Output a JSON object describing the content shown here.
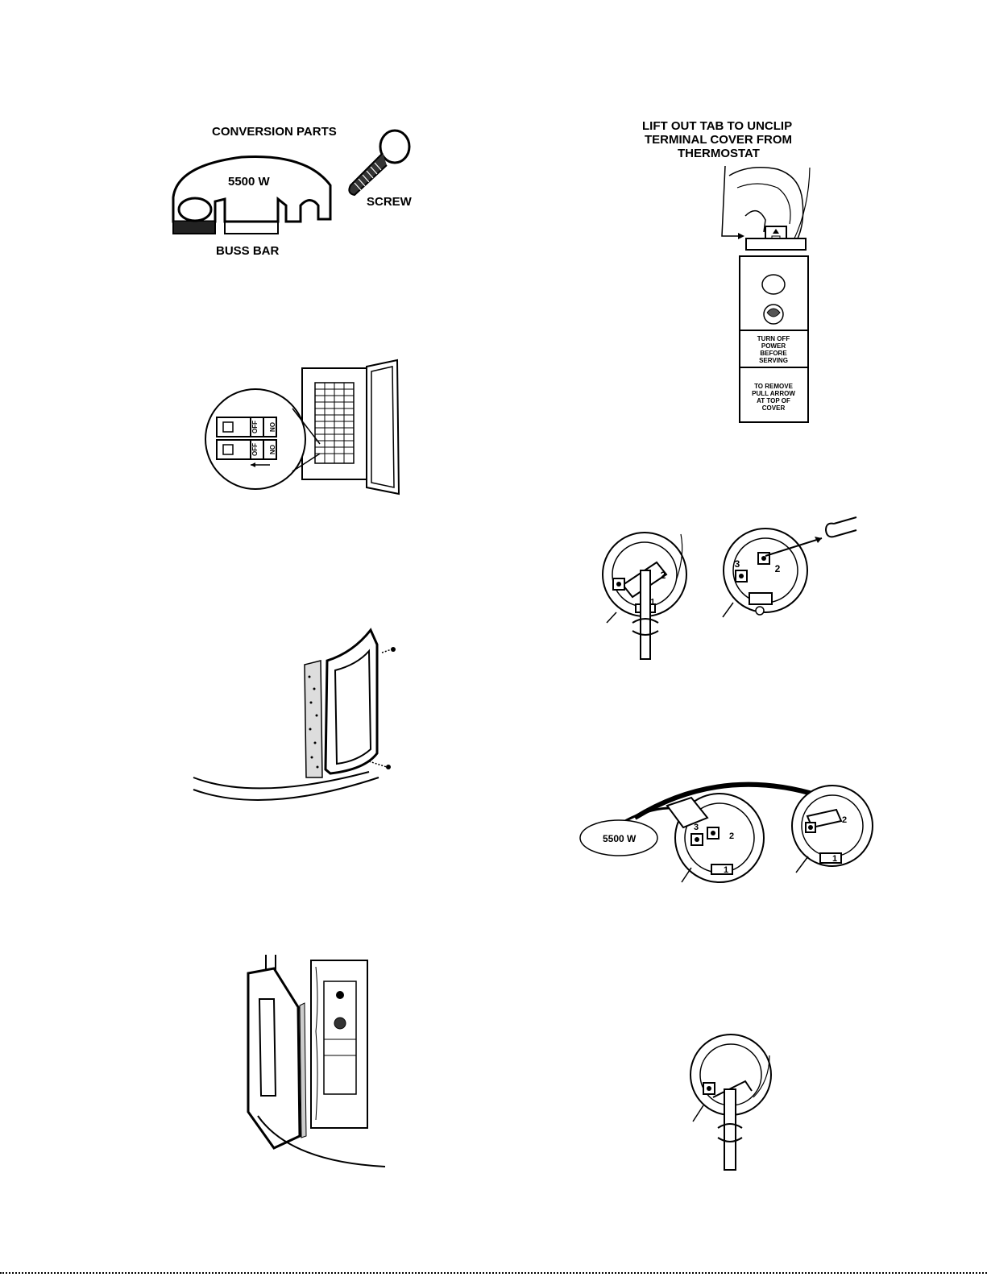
{
  "fig1": {
    "title": "CONVERSION PARTS",
    "wattage": "5500 W",
    "screw_label": "SCREW",
    "buss_label": "BUSS BAR"
  },
  "fig2": {
    "off1": "OFF",
    "on1": "ON",
    "off2": "OFF",
    "on2": "ON"
  },
  "fig_thermostat": {
    "caption_line1": "LIFT OUT TAB TO UNCLIP",
    "caption_line2": "TERMINAL COVER FROM",
    "caption_line3": "THERMOSTAT",
    "warn_line1": "TURN OFF",
    "warn_line2": "POWER",
    "warn_line3": "BEFORE",
    "warn_line4": "SERVING",
    "remove_line1": "TO REMOVE",
    "remove_line2": "PULL ARROW",
    "remove_line3": "AT TOP OF",
    "remove_line4": "COVER"
  },
  "fig_element": {
    "t1": "1",
    "t2": "2",
    "t3": "3",
    "t4": "2"
  },
  "fig_buss": {
    "wattage": "5500 W",
    "t1": "1",
    "t2": "2",
    "t3": "3",
    "t4": "2",
    "t5": "1"
  }
}
